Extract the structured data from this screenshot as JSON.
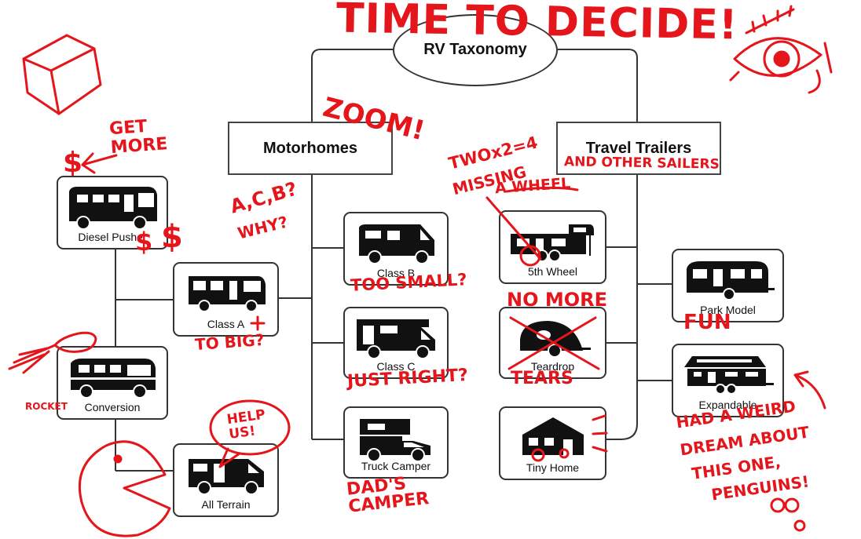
{
  "root": {
    "label": "RV Taxonomy"
  },
  "categories": {
    "motorhomes": "Motorhomes",
    "travel_trailers": "Travel Trailers"
  },
  "nodes": {
    "diesel_pusher": "Diesel Pusher",
    "class_a": "Class A",
    "conversion": "Conversion",
    "all_terrain": "All Terrain",
    "class_b": "Class B",
    "class_c": "Class C",
    "truck_camper": "Truck Camper",
    "fifth_wheel": "5th Wheel",
    "teardrop": "Teardrop",
    "tiny_home": "Tiny Home",
    "park_model": "Park Model",
    "expandable": "Expandable"
  },
  "annotations": {
    "title": "TIME TO DECIDE!",
    "get_more": "GET MORE",
    "zoom": "ZOOM!",
    "twox2": "TWOx2=4",
    "missing": "MISSING",
    "a_wheel": "A WHEEL",
    "and_other": "AND OTHER SAILERS",
    "abc": "A,C,B?",
    "why": "WHY?",
    "too_small": "TOO SMALL?",
    "to_big": "TO BIG?",
    "just_right": "JUST RIGHT?",
    "no_more": "NO MORE",
    "tears": "TEARS",
    "fun": "FUN",
    "rocket": "ROCKET",
    "help_us": "HELP US!",
    "dads_camper": "DAD'S CAMPER",
    "dream1": "HAD A WEIRD",
    "dream2": "DREAM ABOUT",
    "dream3": "THIS ONE,",
    "dream4": "PENGUINS!",
    "dollar": "$"
  },
  "colors": {
    "ink": "#e4151b",
    "line": "#333333",
    "icon": "#111111"
  }
}
